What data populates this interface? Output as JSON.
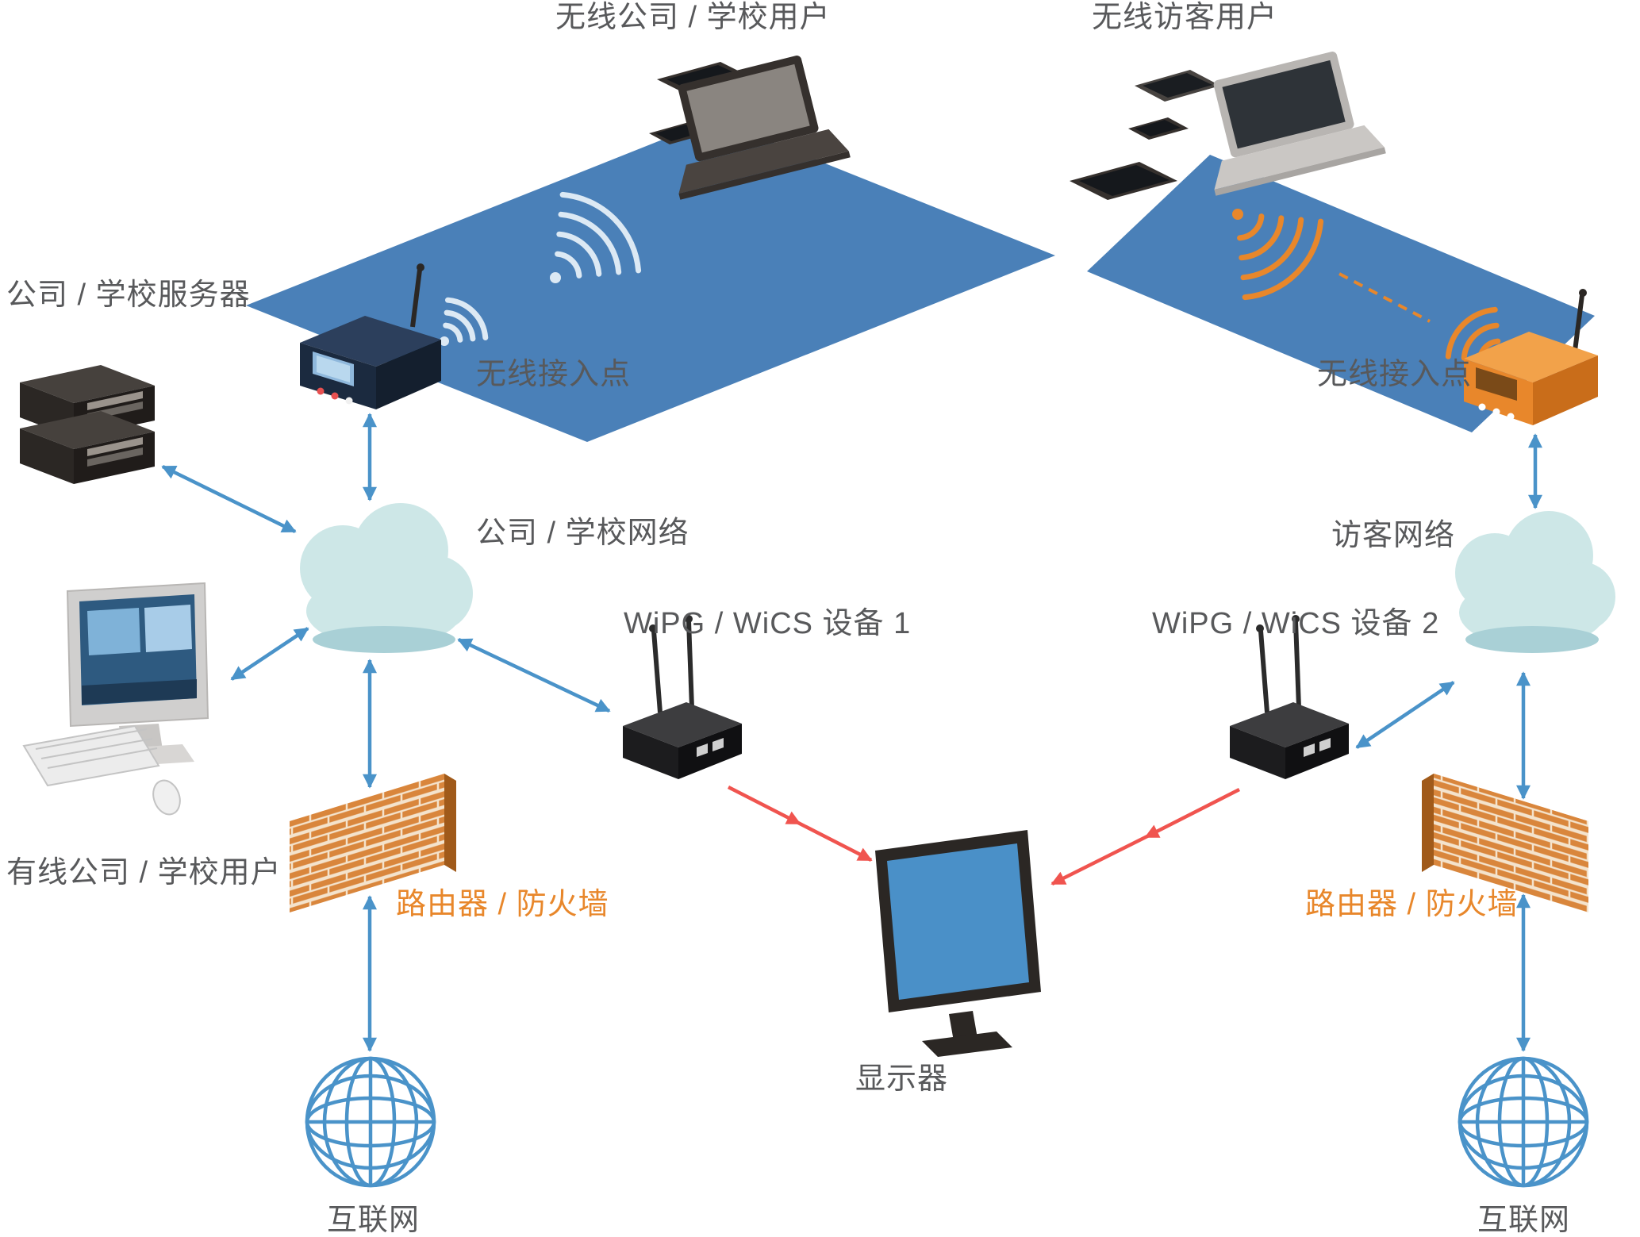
{
  "labels": {
    "wireless_corp_users": "无线公司 / 学校用户",
    "wireless_guest_users": "无线访客用户",
    "corp_server": "公司 / 学校服务器",
    "ap_left": "无线接入点",
    "ap_right": "无线接入点",
    "corp_network": "公司 / 学校网络",
    "guest_network": "访客网络",
    "wipg_device1": "WiPG / WiCS 设备 1",
    "wipg_device2": "WiPG / WiCS 设备 2",
    "wired_corp_users": "有线公司 / 学校用户",
    "router_firewall_left": "路由器 / 防火墙",
    "router_firewall_right": "路由器 / 防火墙",
    "display": "显示器",
    "internet_left": "互联网",
    "internet_right": "互联网"
  },
  "colors": {
    "platform_blue": "#4a80b8",
    "arrow_blue": "#4a93c9",
    "arrow_red": "#f0544f",
    "accent_orange": "#e8872b",
    "label_gray": "#58595b",
    "cloud_main": "#cde7e7",
    "cloud_shadow": "#a9d0d6",
    "firewall_brick": "#d9863c"
  }
}
